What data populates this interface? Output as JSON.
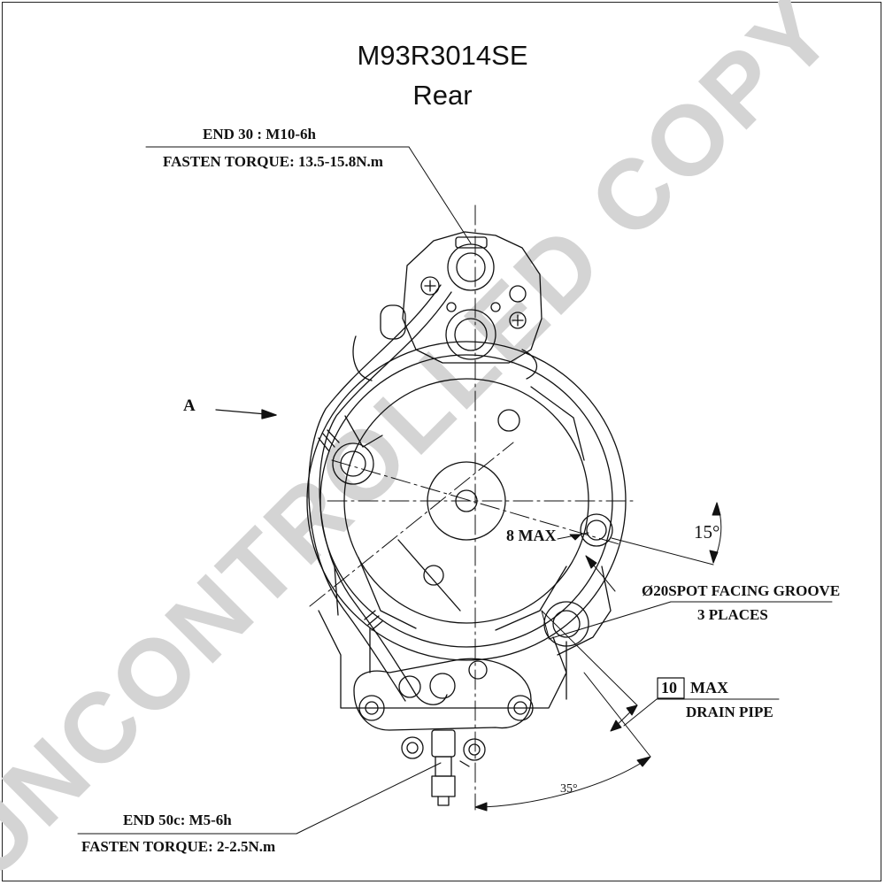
{
  "title": {
    "part_number": "M93R3014SE",
    "view": "Rear"
  },
  "watermark": "UNCONTROLLED COPY",
  "annotations": {
    "end30_thread": "END 30 : M10-6h",
    "end30_torque": "FASTEN TORQUE: 13.5-15.8N.m",
    "view_label": "A",
    "max_offset": "8 MAX",
    "angle_upper": "15°",
    "spot_facing": "Ø20SPOT FACING GROOVE",
    "spot_places": "3 PLACES",
    "drain_box_value": "10",
    "drain_max": "MAX",
    "drain_pipe": "DRAIN PIPE",
    "angle_lower": "35°",
    "end50c_thread": "END 50c: M5-6h",
    "end50c_torque": "FASTEN TORQUE: 2-2.5N.m"
  },
  "colors": {
    "line": "#111111",
    "watermark": "#cfcfcf"
  }
}
